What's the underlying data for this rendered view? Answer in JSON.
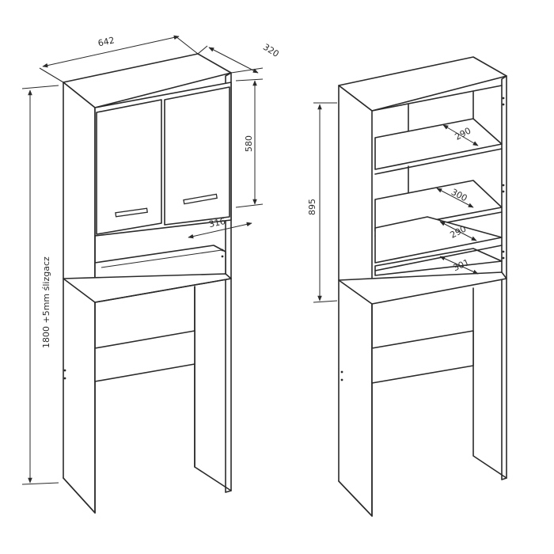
{
  "dimensions": {
    "width": "642",
    "depth": "320",
    "cabinet_height": "580",
    "inner_depth": "316",
    "total_height": "1800 +5mm ślizgacz",
    "shelf_area_height": "895",
    "shelf_1": "290",
    "shelf_2": "300",
    "shelf_3": "290",
    "shelf_4": "301"
  }
}
